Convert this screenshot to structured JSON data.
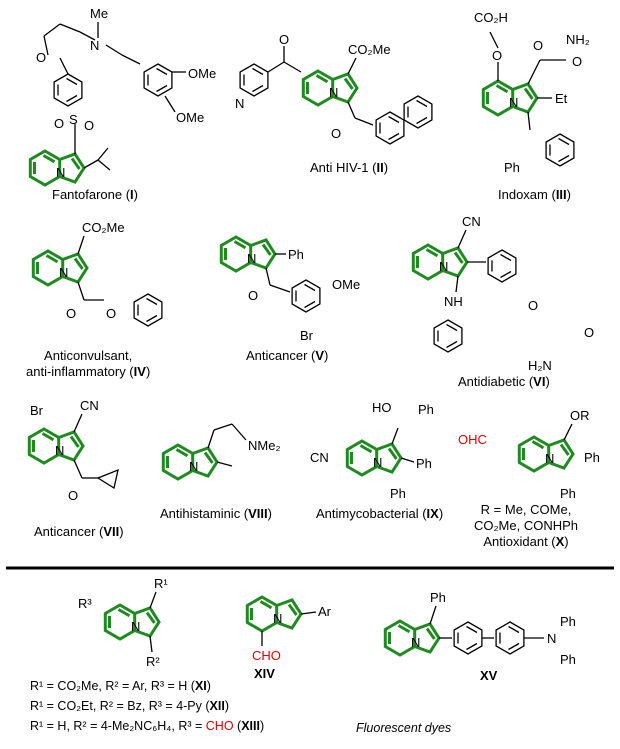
{
  "colors": {
    "ring": "#1f8a1f",
    "bond": "#000000",
    "highlight": "#e00000"
  },
  "compounds": [
    {
      "name": "Fantofarone (",
      "numeral": "I",
      "close": ")"
    },
    {
      "name": "Anti HIV-1 (",
      "numeral": "II",
      "close": ")"
    },
    {
      "name": "Indoxam (",
      "numeral": "III",
      "close": ")"
    },
    {
      "name_line1": "Anticonvulsant,",
      "name": "anti-inflammatory (",
      "numeral": "IV",
      "close": ")"
    },
    {
      "name": "Anticancer (",
      "numeral": "V",
      "close": ")"
    },
    {
      "name": "Antidiabetic (",
      "numeral": "VI",
      "close": ")"
    },
    {
      "name": "Anticancer (",
      "numeral": "VII",
      "close": ")"
    },
    {
      "name": "Antihistaminic (",
      "numeral": "VIII",
      "close": ")"
    },
    {
      "name": "Antimycobacterial (",
      "numeral": "IX",
      "close": ")"
    },
    {
      "name": "Antioxidant (",
      "numeral": "X",
      "close": ")"
    }
  ],
  "antioxidant_R": {
    "line1": "R = Me, COMe,",
    "line2": "CO₂Me, CONHPh"
  },
  "dyes": {
    "xi_line": {
      "text": "R¹ = CO₂Me, R² = Ar, R³ = H (",
      "numeral": "XI",
      "close": ")"
    },
    "xii_line": {
      "text": "R¹ = CO₂Et, R² = Bz, R³ = 4-Py (",
      "numeral": "XII",
      "close": ")"
    },
    "xiii_line": {
      "text": "R¹ = H, R² = 4-Me₂NC₆H₄, R³ = ",
      "cho": "CHO",
      "tail": " (",
      "numeral": "XIII",
      "close": ")"
    },
    "xiv_label": "XIV",
    "xv_label": "XV",
    "footer": "Fluorescent dyes"
  },
  "atoms": {
    "N": "N",
    "O": "O",
    "S": "S",
    "Me": "Me",
    "OMe": "OMe",
    "CO2Me": "CO₂Me",
    "CO2H": "CO₂H",
    "NH2": "NH₂",
    "H2N": "H₂N",
    "Et": "Et",
    "Ph": "Ph",
    "CN": "CN",
    "NH": "NH",
    "Br": "Br",
    "NMe2": "NMe₂",
    "HO": "HO",
    "OR": "OR",
    "OHC": "OHC",
    "CHO": "CHO",
    "Ar": "Ar",
    "R1": "R¹",
    "R2": "R²",
    "R3": "R³"
  }
}
